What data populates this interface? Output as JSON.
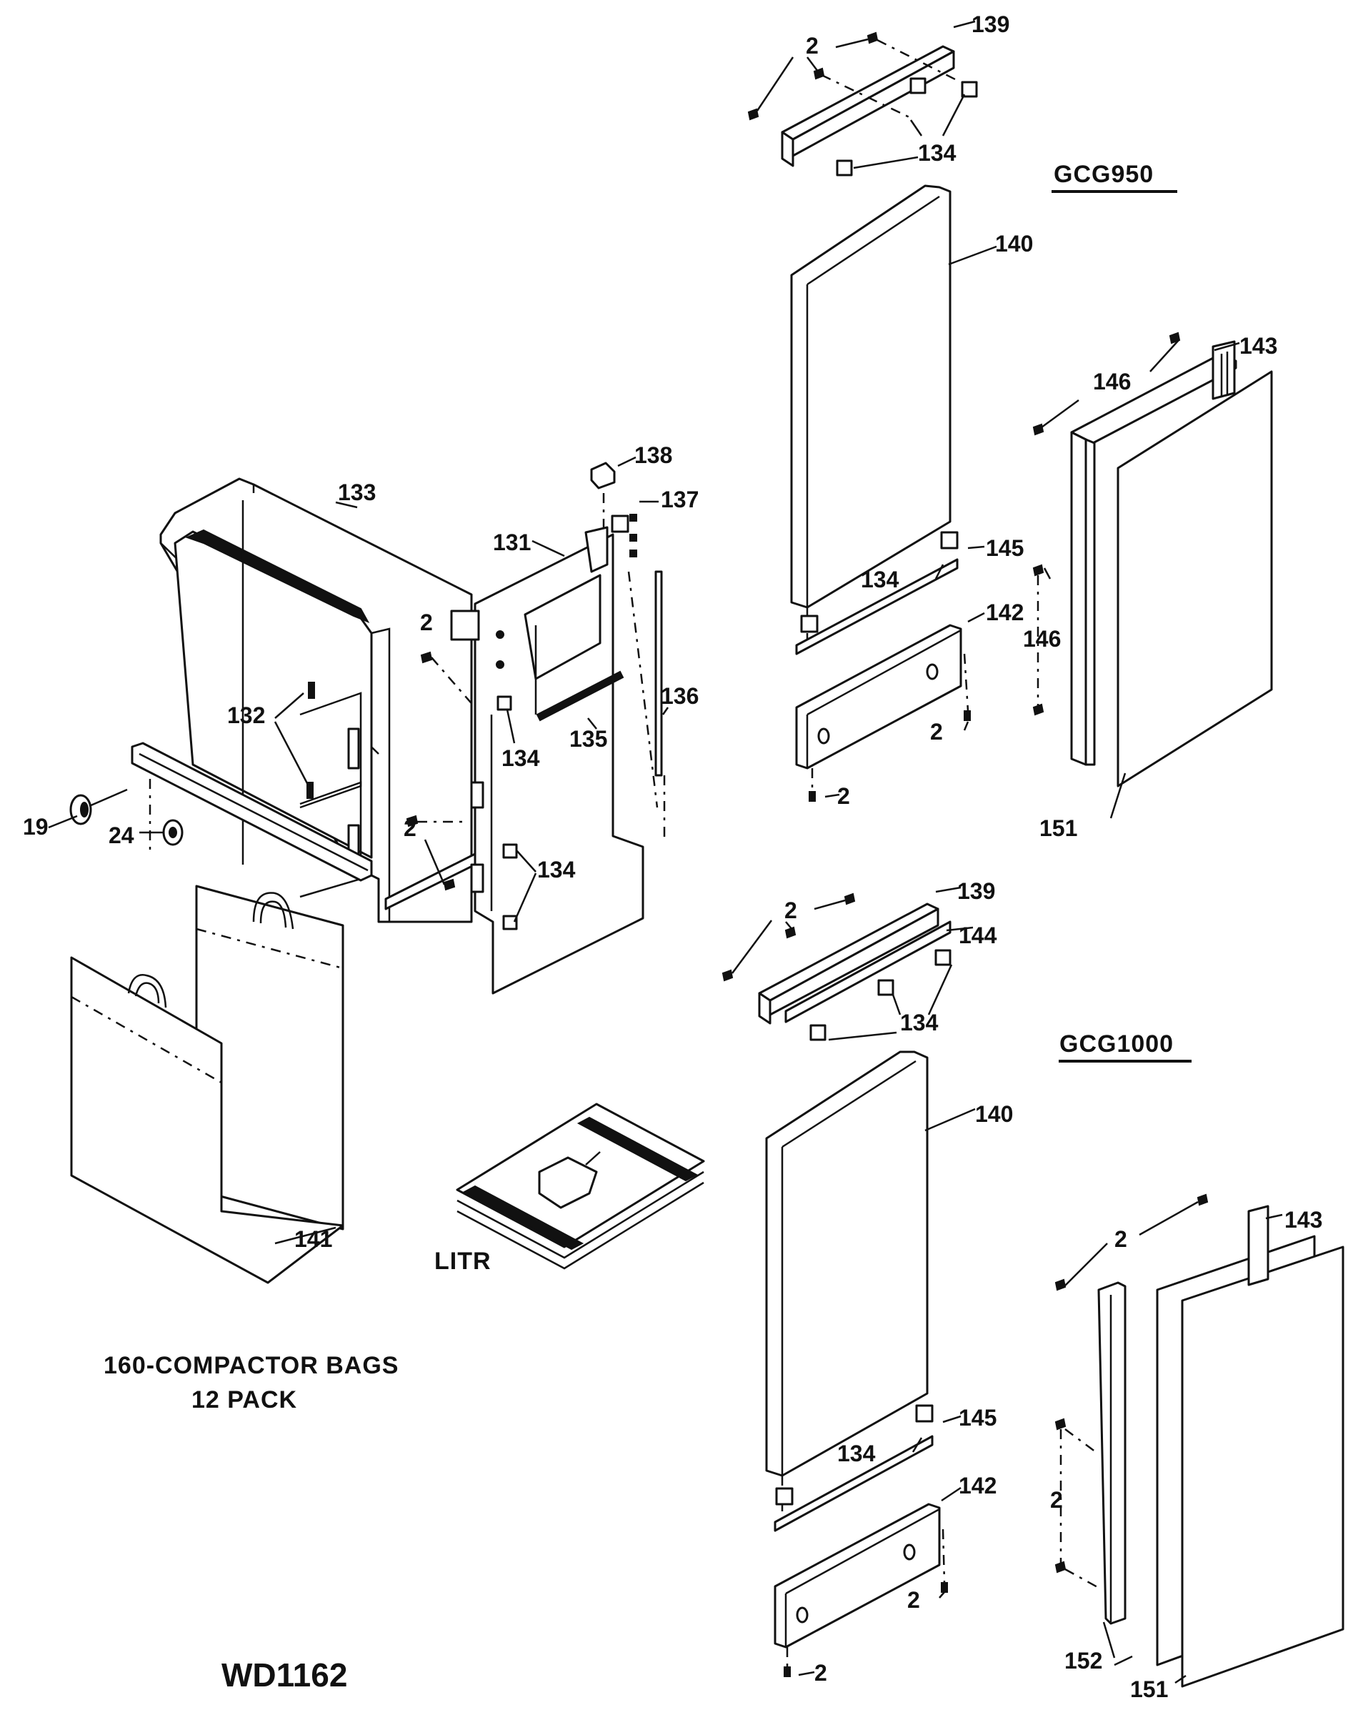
{
  "models": {
    "upper": "GCG950",
    "lower": "GCG1000"
  },
  "bags": {
    "line1": "160-COMPACTOR BAGS",
    "line2": "12 PACK"
  },
  "literature": "LITR",
  "drawing_code": "WD1162",
  "labels": {
    "p2": "2",
    "p19": "19",
    "p24": "24",
    "p131": "131",
    "p132": "132",
    "p133": "133",
    "p134": "134",
    "p135": "135",
    "p136": "136",
    "p137": "137",
    "p138": "138",
    "p139": "139",
    "p140": "140",
    "p141": "141",
    "p142": "142",
    "p143": "143",
    "p144": "144",
    "p145": "145",
    "p146": "146",
    "p151": "151",
    "p152": "152"
  }
}
